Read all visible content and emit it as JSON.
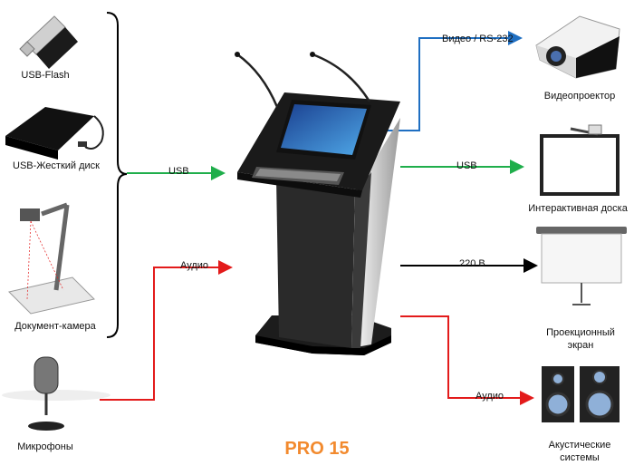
{
  "left_devices": [
    {
      "name": "usb-flash",
      "label": "USB-Flash"
    },
    {
      "name": "usb-hdd",
      "label": "USB-Жесткий диск"
    },
    {
      "name": "document-camera",
      "label": "Документ-камера"
    },
    {
      "name": "microphones",
      "label": "Микрофоны"
    }
  ],
  "right_devices": [
    {
      "name": "video-projector",
      "label": "Видеопроектор"
    },
    {
      "name": "interactive-board",
      "label": "Интерактивная доска"
    },
    {
      "name": "projection-screen",
      "label": "Проекционный\nэкран"
    },
    {
      "name": "speakers",
      "label": "Акустические\nсистемы"
    }
  ],
  "connections": {
    "usb_in": "USB",
    "audio_in": "Аудио",
    "video_out": "Видео / RS-232",
    "usb_out": "USB",
    "power_out": "220 В",
    "audio_out": "Аудио"
  },
  "colors": {
    "usb": "#1fae4b",
    "audio": "#e31b1b",
    "video": "#1f6fc2",
    "power": "#000000",
    "title": "#f28a2e"
  },
  "product_title": "PRO 15"
}
